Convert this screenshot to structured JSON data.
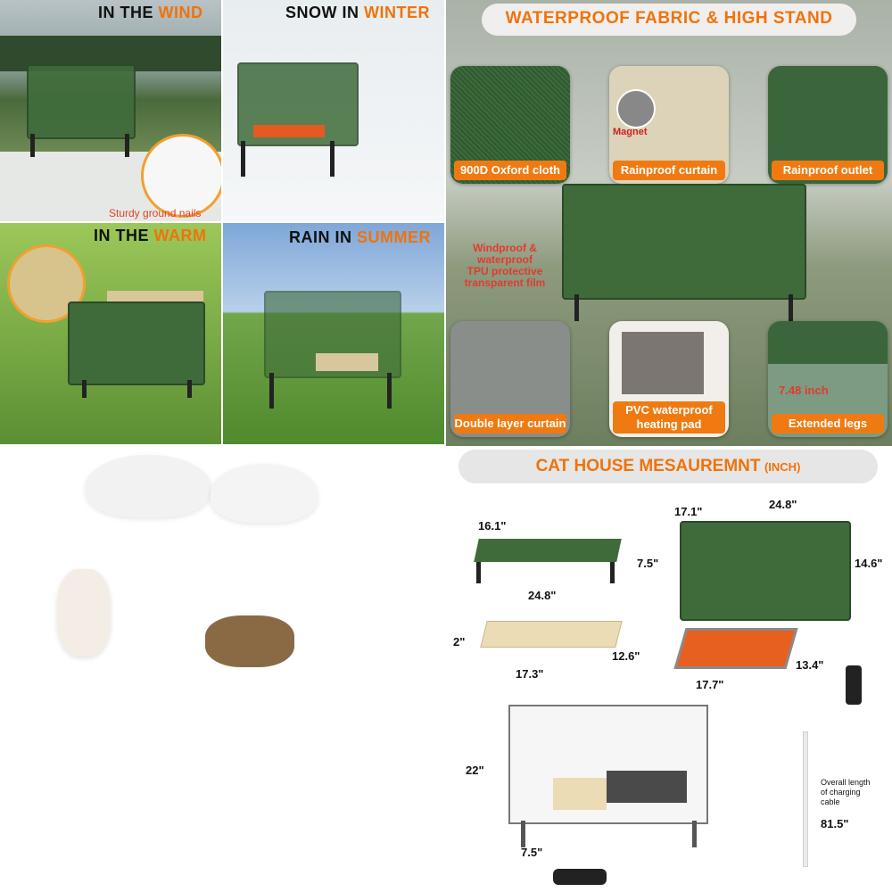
{
  "panels": {
    "wind": {
      "title_a": "IN THE ",
      "title_b": "WIND",
      "note": "Sturdy ground nails"
    },
    "winter": {
      "title_a": "SNOW IN ",
      "title_b": "WINTER"
    },
    "warm": {
      "title_a": "IN THE ",
      "title_b": "WARM"
    },
    "summer": {
      "title_a": "RAIN IN ",
      "title_b": "SUMMER"
    }
  },
  "waterproof": {
    "header": "WATERPROOF FABRIC & HIGH STAND",
    "magnet": "Magnet",
    "side_note_lines": [
      "Windproof &",
      "waterproof",
      "TPU protective",
      "transparent film"
    ],
    "features": [
      "900D Oxford cloth",
      "Rainproof curtain",
      "Rainproof outlet",
      "Double layer curtain",
      "PVC waterproof heating pad",
      "Extended legs"
    ],
    "leg_height": "7.48 inch"
  },
  "measurement": {
    "header_main": "CAT HOUSE MESAUREMNT",
    "header_unit": "(INCH)",
    "bed": {
      "depth": "16.1\"",
      "height": "7.5\"",
      "width": "24.8\""
    },
    "house": {
      "depth": "17.1\"",
      "width": "24.8\"",
      "height": "14.6\""
    },
    "cushion": {
      "thick": "2\"",
      "width": "17.3\"",
      "depth": "12.6\""
    },
    "pad": {
      "width": "17.7\"",
      "depth": "13.4\""
    },
    "frame": {
      "height": "22\"",
      "leg": "7.5\""
    },
    "cable": {
      "label_lines": [
        "Overall length",
        "of charging",
        "cable"
      ],
      "length": "81.5\""
    }
  },
  "colors": {
    "accent": "#f0730a",
    "house_green": "#3f6b3a"
  }
}
